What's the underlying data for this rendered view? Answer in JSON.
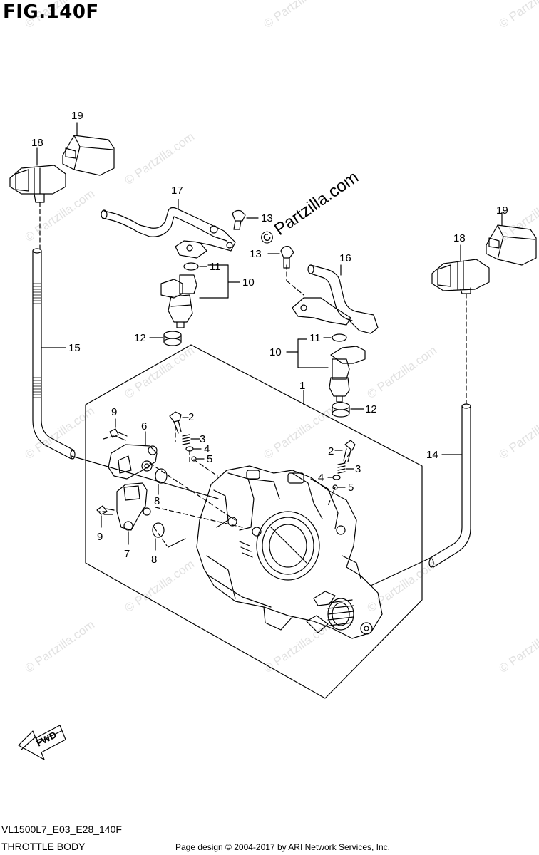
{
  "figure": {
    "title": "FIG.140F",
    "code": "VL1500L7_E03_E28_140F",
    "name": "THROTTLE BODY",
    "credit": "Page design © 2004-2017 by ARI Network Services, Inc."
  },
  "watermark": {
    "text": "© Partzilla.com",
    "central_text": "© Partzilla.com",
    "color": "#e2e2e2"
  },
  "fwd_label": "FWD",
  "callouts": [
    "1",
    "2",
    "2",
    "3",
    "3",
    "4",
    "4",
    "5",
    "5",
    "6",
    "7",
    "8",
    "8",
    "9",
    "9",
    "10",
    "10",
    "11",
    "11",
    "12",
    "12",
    "13",
    "13",
    "14",
    "15",
    "16",
    "17",
    "18",
    "18",
    "19",
    "19"
  ]
}
